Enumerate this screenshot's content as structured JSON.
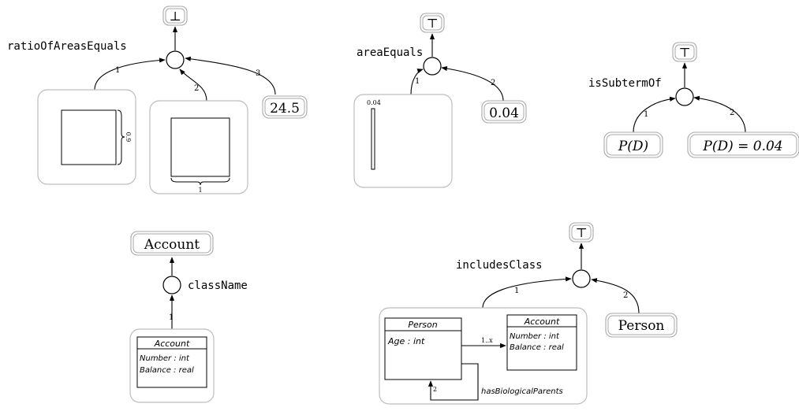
{
  "panels": [
    {
      "id": "ratio",
      "top_token": "⊥",
      "operator": "ratioOfAreasEquals",
      "edge_labels": [
        "1",
        "2",
        "3"
      ],
      "figure_labels": [
        "0.9",
        "1"
      ],
      "value_token": "24.5"
    },
    {
      "id": "area",
      "top_token": "⊤",
      "operator": "areaEquals",
      "edge_labels": [
        "1",
        "2"
      ],
      "figure_label": "0.04",
      "value_token": "0.04"
    },
    {
      "id": "subterm",
      "top_token": "⊤",
      "operator": "isSubtermOf",
      "edge_labels": [
        "1",
        "2"
      ],
      "arg1": "P(D)",
      "arg2": "P(D) = 0.04"
    },
    {
      "id": "classname",
      "top_token": "Account",
      "operator": "className",
      "edge_labels": [
        "1"
      ],
      "uml": {
        "title": "Account",
        "attributes": [
          "Number : int",
          "Balance : real"
        ]
      }
    },
    {
      "id": "includes",
      "top_token": "⊤",
      "operator": "includesClass",
      "edge_labels": [
        "1",
        "2"
      ],
      "value_token": "Person",
      "uml": {
        "class1": {
          "title": "Person",
          "attributes": [
            "Age : int"
          ]
        },
        "class2": {
          "title": "Account",
          "attributes": [
            "Number : int",
            "Balance : real"
          ]
        },
        "assoc_multiplicity": "1..x",
        "self_multiplicity": "2",
        "self_label": "hasBiologicalParents"
      }
    }
  ]
}
